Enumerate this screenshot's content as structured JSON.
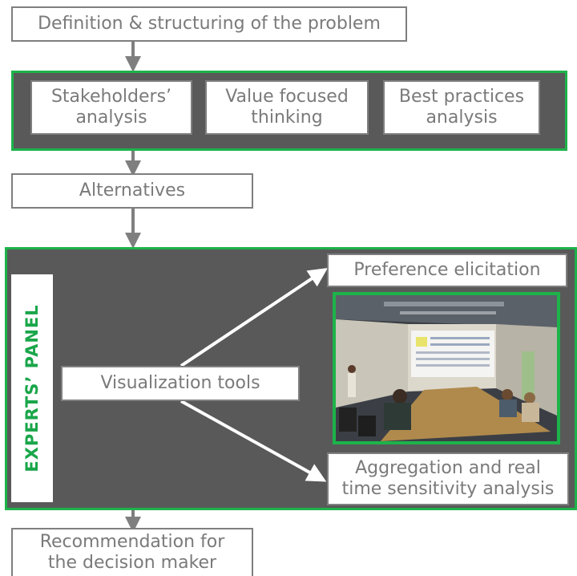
{
  "top_box": {
    "line1": "Definition & structuring of the problem"
  },
  "analysis_panel": {
    "items": [
      {
        "line1": "Stakeholders’",
        "line2": "analysis"
      },
      {
        "line1": "Value focused",
        "line2": "thinking"
      },
      {
        "line1": "Best practices",
        "line2": "analysis"
      }
    ]
  },
  "alternatives": {
    "label": "Alternatives"
  },
  "experts_panel": {
    "side_label": "EXPERTS’ PANEL",
    "visualization": "Visualization tools",
    "preference": "Preference elicitation",
    "aggregation": {
      "line1": "Aggregation and real",
      "line2": "time sensitivity analysis"
    },
    "photo_icon": "meeting-room-photo"
  },
  "recommendation": {
    "line1": "Recommendation for",
    "line2": "the decision maker"
  },
  "colors": {
    "panel": "#595959",
    "accent_green": "#1db34a",
    "box_border": "#7f7f7f",
    "text_gray": "#7a7a7a",
    "arrow": "#7f7f7f"
  }
}
